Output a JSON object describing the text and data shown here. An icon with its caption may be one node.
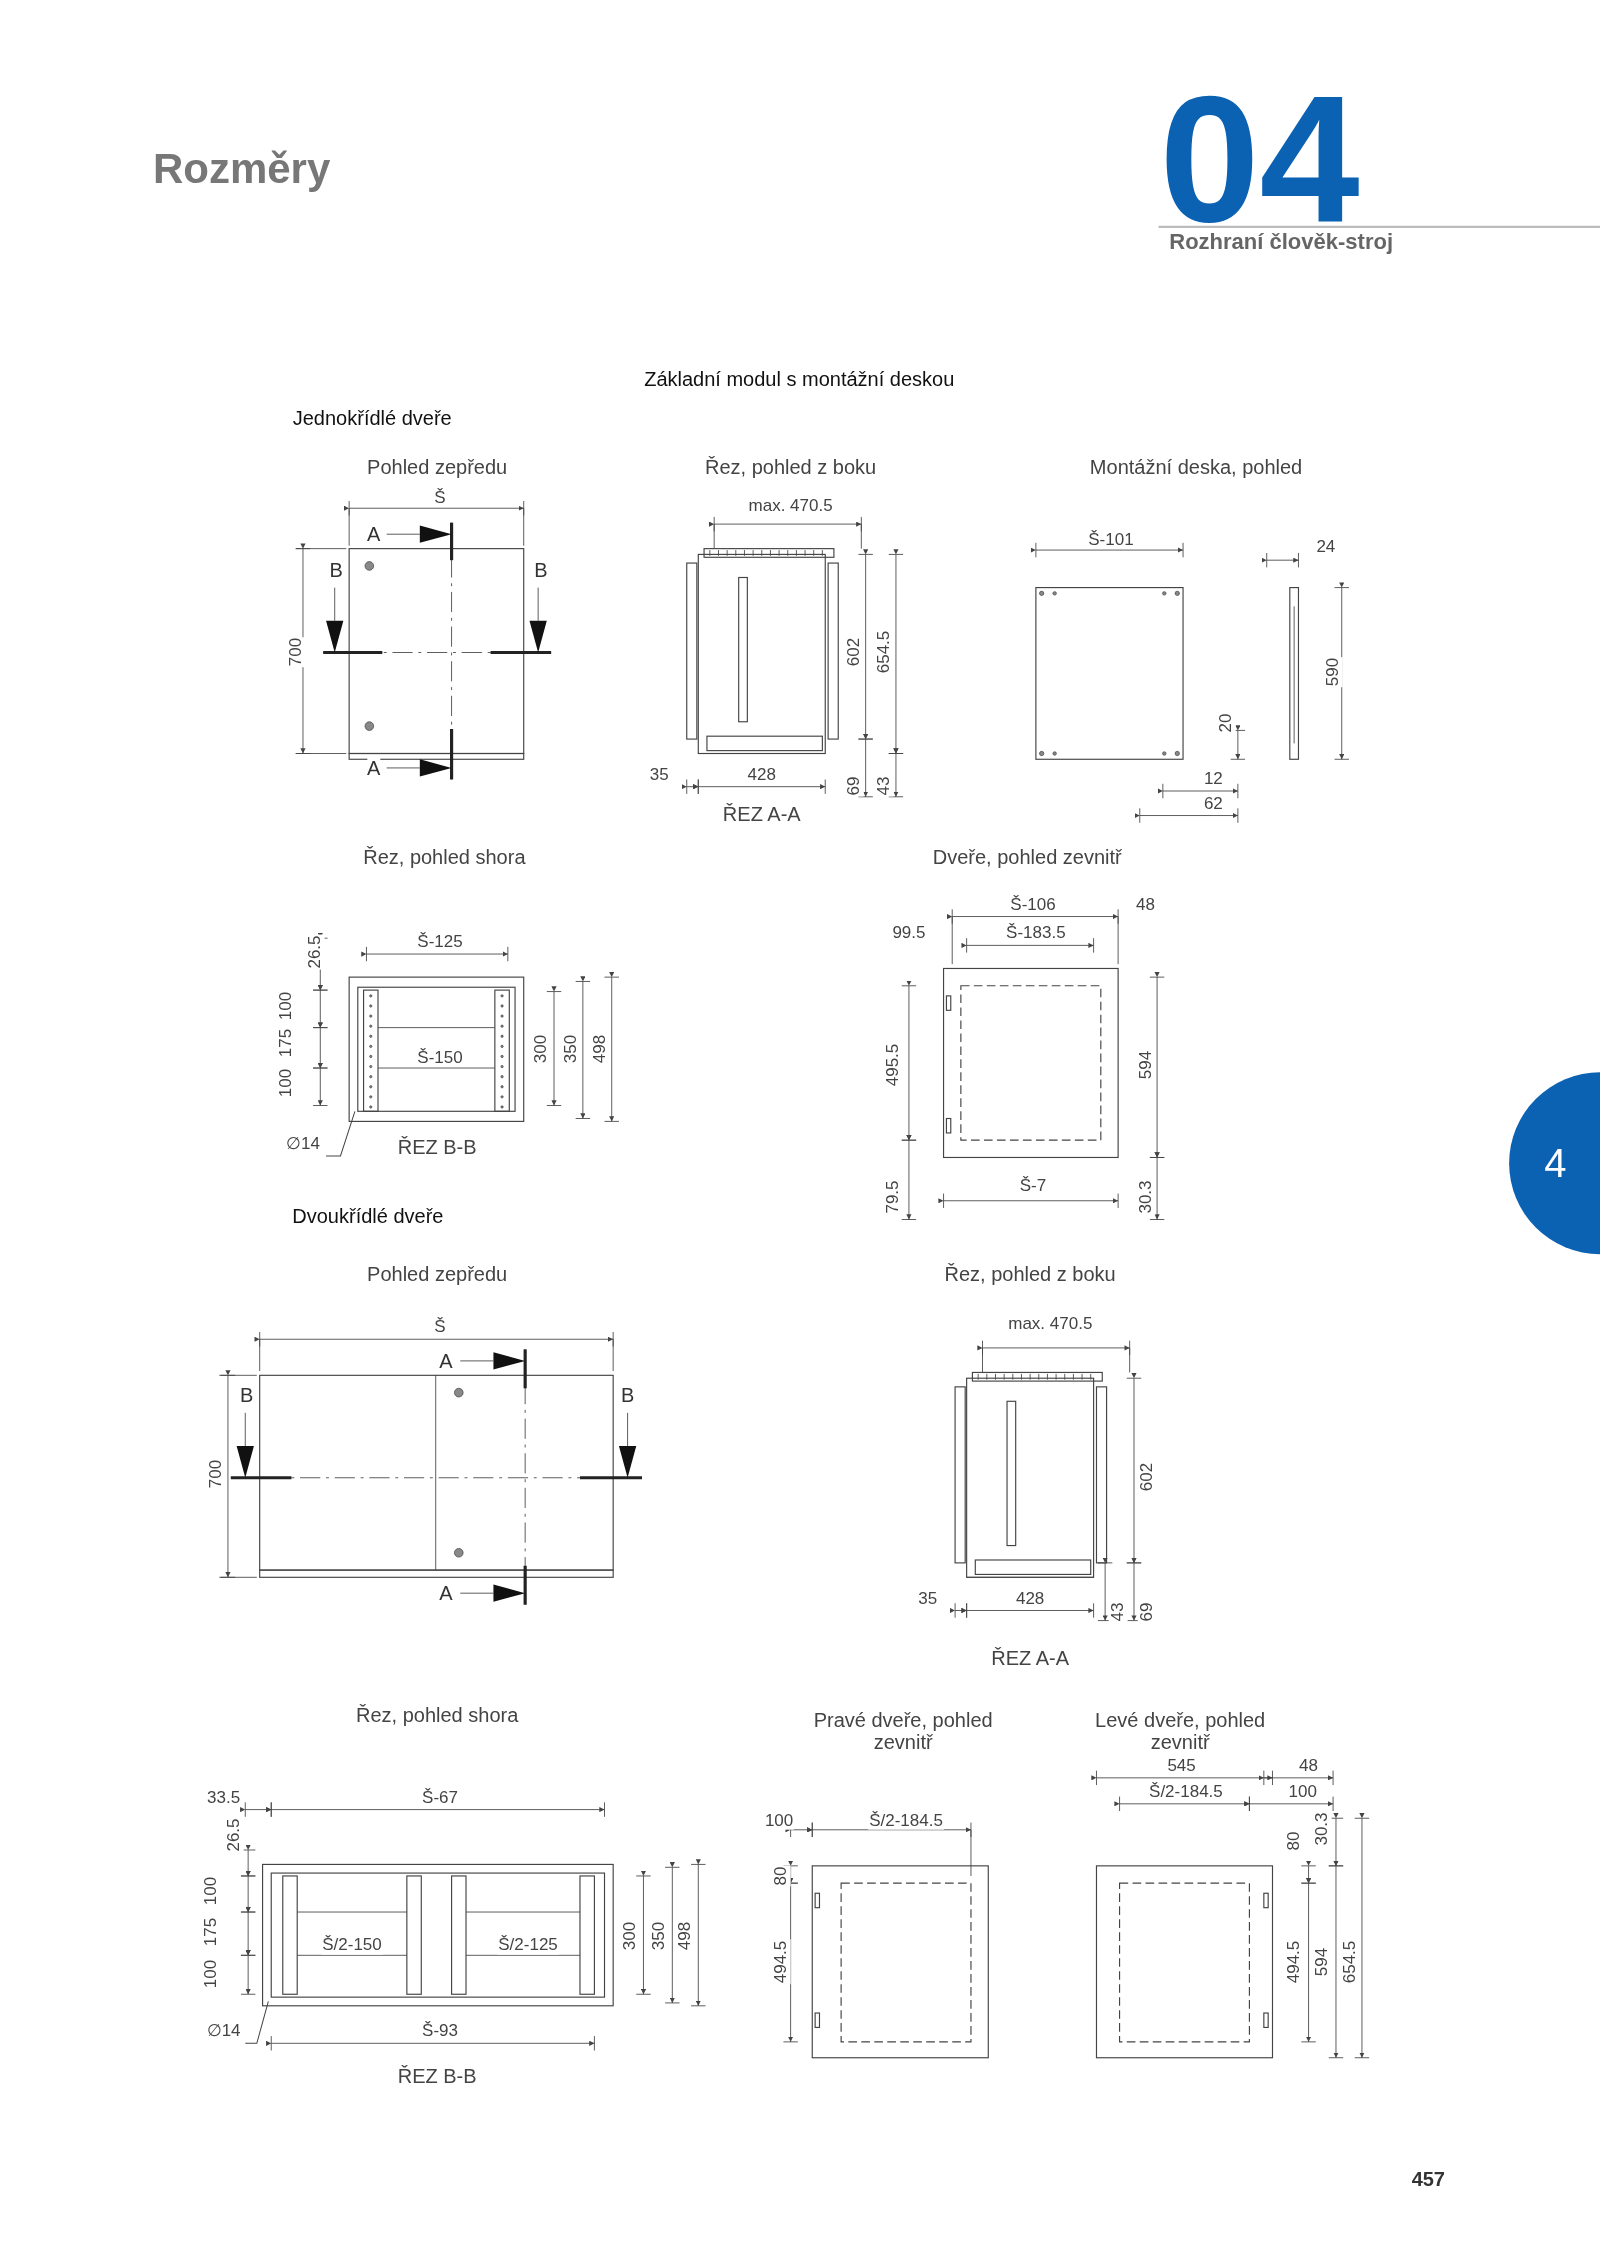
{
  "diagram": {
    "title": "Rozměry",
    "nodes": [
      {
        "text": [
          "∅14"
        ]
      },
      {
        "text": [
          "∅14"
        ]
      }
    ],
    "edges": [
      {
        "from": 0,
        "to": null,
        "arrow": "none"
      },
      {
        "from": 1,
        "to": null,
        "arrow": "none"
      }
    ],
    "labels": [
      "04",
      "Rozhraní člověk-stroj",
      "Základní modul s montážní deskou",
      "Jednokřídlé dveře",
      "Pohled zepředu",
      "Řez, pohled z boku",
      "Montážní deska, pohled",
      "Š",
      "max. 470.5",
      "A",
      "Š-101",
      "24",
      "B",
      "B",
      "700",
      "602",
      "654.5",
      "590",
      "20",
      "A",
      "35",
      "428",
      "69",
      "43",
      "12",
      "62",
      "ŘEZ A-A",
      "Řez, pohled shora",
      "Dveře, pohled zevnitř",
      "Š-106",
      "48",
      "99.5",
      "Š-183.5",
      "Š-125",
      "26.5",
      "100",
      "175",
      "100",
      "Š-150",
      "300",
      "350",
      "498",
      "495.5",
      "594",
      "ŘEZ B-B",
      "Š-7",
      "79.5",
      "30.3",
      "4",
      "Dvoukřídlé dveře",
      "Pohled zepředu",
      "Řez, pohled z boku",
      "Š",
      "max. 470.5",
      "A",
      "B",
      "B",
      "700",
      "602",
      "A",
      "35",
      "428",
      "43",
      "69",
      "ŘEZ A-A",
      "Řez, pohled shora",
      "Pravé dveře, pohled zevnitř",
      "Levé dveře, pohled zevnitř",
      "545",
      "48",
      "Š/2-184.5",
      "100",
      "33.5",
      "Š-67",
      "100",
      "Š/2-184.5",
      "26.5",
      "80",
      "30.3",
      "80",
      "100",
      "175",
      "100",
      "Š/2-150",
      "Š/2-125",
      "300",
      "350",
      "498",
      "494.5",
      "494.5",
      "594",
      "654.5",
      "Š-93",
      "ŘEZ B-B",
      "457"
    ]
  }
}
